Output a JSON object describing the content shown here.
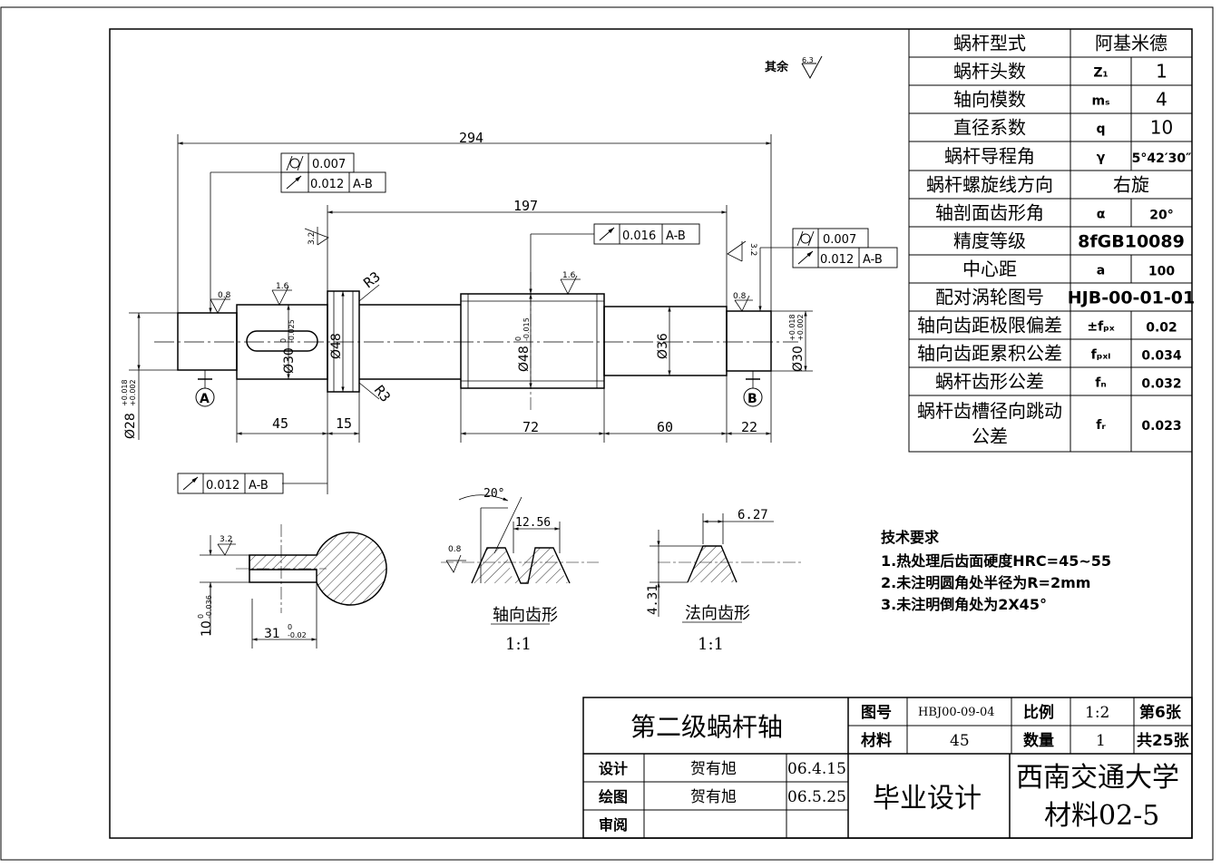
{
  "params_table": [
    {
      "label": "蜗杆型式",
      "value": "阿基米德"
    },
    {
      "label": "蜗杆头数",
      "symbol": "Z₁",
      "value": "1"
    },
    {
      "label": "轴向模数",
      "symbol": "mₛ",
      "value": "4"
    },
    {
      "label": "直径系数",
      "symbol": "q",
      "value": "10"
    },
    {
      "label": "蜗杆导程角",
      "symbol": "γ",
      "value": "5°42′30″"
    },
    {
      "label": "蜗杆螺旋线方向",
      "value": "右旋"
    },
    {
      "label": "轴剖面齿形角",
      "symbol": "α",
      "value": "20°"
    },
    {
      "label": "精度等级",
      "value": "8fGB10089"
    },
    {
      "label": "中心距",
      "symbol": "a",
      "value": "100"
    },
    {
      "label": "配对涡轮图号",
      "value": "HJB-00-01-01"
    },
    {
      "label": "轴向齿距极限偏差",
      "symbol": "±fₚₓ",
      "value": "0.02"
    },
    {
      "label": "轴向齿距累积公差",
      "symbol": "fₚₓₗ",
      "value": "0.034"
    },
    {
      "label": "蜗杆齿形公差",
      "symbol": "fₙ",
      "value": "0.032"
    },
    {
      "label": "蜗杆齿槽径向跳动",
      "label2": "公差",
      "symbol": "fᵣ",
      "value": "0.023"
    }
  ],
  "roughness_other": {
    "label": "其余",
    "value": "6.3"
  },
  "dims": {
    "overall": "294",
    "l197": "197",
    "l45": "45",
    "l15": "15",
    "l72": "72",
    "l60": "60",
    "l22": "22",
    "d28": "Ø28",
    "d28_tol_up": "+0.018",
    "d28_tol_dn": "+0.002",
    "d30L": "Ø30",
    "d30L_tol_up": "0",
    "d30L_tol_dn": "-0.025",
    "d48": "Ø48",
    "d48b": "Ø48",
    "d48b_tol_up": "0",
    "d48b_tol_dn": "-0.015",
    "d36": "Ø36",
    "d30R": "Ø30",
    "d30R_tol_up": "+0.018",
    "d30R_tol_dn": "+0.002",
    "r3a": "R3",
    "r3b": "R3"
  },
  "rough": {
    "r08a": "0.8",
    "r16a": "1.6",
    "r32a": "3.2",
    "r16b": "1.6",
    "r32b": "3.2",
    "r08b": "0.8",
    "r32c": "3.2",
    "r08c": "0.8"
  },
  "tolerance_frames": {
    "f1_val": "0.007",
    "f2_val": "0.012",
    "f2_ref": "A-B",
    "f3_val": "0.016",
    "f3_ref": "A-B",
    "f4_val": "0.007",
    "f5_val": "0.012",
    "f5_ref": "A-B",
    "f6_val": "0.012",
    "f6_ref": "A-B"
  },
  "datums": {
    "a": "A",
    "b": "B"
  },
  "section": {
    "d31": "31",
    "d31_tol_up": "0",
    "d31_tol_dn": "-0.02",
    "d10": "10",
    "d10_tol_up": "0",
    "d10_tol_dn": "-0.036"
  },
  "axial_profile": {
    "angle": "20°",
    "pitch": "12.56",
    "label": "轴向齿形",
    "scale": "1:1"
  },
  "normal_profile": {
    "pitch": "6.27",
    "height": "4.31",
    "label": "法向齿形",
    "scale": "1:1"
  },
  "tech_requirements": {
    "title": "技术要求",
    "items": [
      "1.热处理后齿面硬度HRC=45~55",
      "2.未注明圆角处半径为R=2mm",
      "3.未注明倒角处为2X45°"
    ]
  },
  "title_block": {
    "part_name": "第二级蜗杆轴",
    "drawing_no_label": "图号",
    "drawing_no": "HBJ00-09-04",
    "scale_label": "比例",
    "scale": "1:2",
    "sheet": "第6张",
    "material_label": "材料",
    "material": "45",
    "qty_label": "数量",
    "qty": "1",
    "total": "共25张",
    "design_label": "设计",
    "designer": "贺有旭",
    "design_date": "06.4.15",
    "draw_label": "绘图",
    "drawer": "贺有旭",
    "draw_date": "06.5.25",
    "review_label": "审阅",
    "project": "毕业设计",
    "school": "西南交通大学",
    "class": "材料02-5"
  }
}
